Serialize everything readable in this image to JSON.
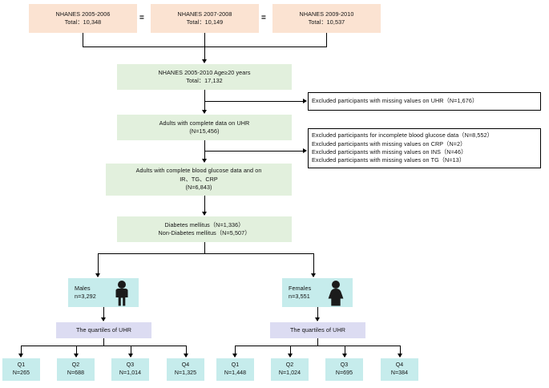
{
  "cohorts": [
    {
      "line1": "NHANES 2005-2006",
      "line2": "Total：10,348"
    },
    {
      "line1": "NHANES 2007-2008",
      "line2": "Total：10,149"
    },
    {
      "line1": "NHANES 2009-2010",
      "line2": "Total：10,537"
    }
  ],
  "equals_signs": [
    "=",
    "="
  ],
  "stages": [
    {
      "line1": "NHANES 2005-2010 Age≥20 years",
      "line2": "Total：17,132"
    },
    {
      "line1": "Adults with complete data on UHR",
      "line2": "(N=15,456)"
    },
    {
      "line1": "Adults with complete blood glucose data and on",
      "line2": "IR、TG、CRP",
      "line3": "(N=6,843)"
    },
    {
      "line1": "Diabetes mellitus（N=1,336）",
      "line2": "Non-Diabetes mellitus（N=5,507）"
    }
  ],
  "exclusions": [
    {
      "lines": [
        "Excluded participants with missing values on UHR（N=1,676）"
      ]
    },
    {
      "lines": [
        "Excluded participants for incomplete blood glucose data（N=8,552）",
        "Excluded participants with missing values on CRP（N=2）",
        "Excluded participants with missing values on INS（N=46）",
        "Excluded participants with missing values on TG（N=13）"
      ]
    }
  ],
  "sex_groups": [
    {
      "label": "Males",
      "count": "n=3,292",
      "icon": "male-figure-icon"
    },
    {
      "label": "Females",
      "count": "n=3,551",
      "icon": "female-figure-icon"
    }
  ],
  "quartile_headers": [
    "The quartiles of UHR",
    "The quartiles of UHR"
  ],
  "quartiles": {
    "males": [
      {
        "label": "Q1",
        "n": "N=265"
      },
      {
        "label": "Q2",
        "n": "N=688"
      },
      {
        "label": "Q3",
        "n": "N=1,014"
      },
      {
        "label": "Q4",
        "n": "N=1,325"
      }
    ],
    "females": [
      {
        "label": "Q1",
        "n": "N=1,448"
      },
      {
        "label": "Q2",
        "n": "N=1,024"
      },
      {
        "label": "Q3",
        "n": "N=695"
      },
      {
        "label": "Q4",
        "n": "N=384"
      }
    ]
  },
  "colors": {
    "peach": "#fbe3d2",
    "green": "#e2f0dd",
    "cyan": "#c6ecec",
    "lilac": "#dcdcf2",
    "line": "#000000"
  }
}
